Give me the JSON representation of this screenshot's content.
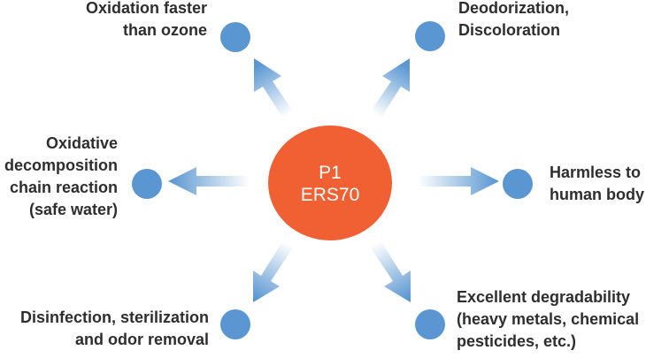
{
  "colors": {
    "center_fill": "#f06033",
    "node_fill": "#5a97d2",
    "arrow_fill": "#5a97d2",
    "text": "#2e2e2e"
  },
  "center": {
    "lines": [
      "P1",
      "ERS70"
    ]
  },
  "nodes": [
    {
      "id": "oxidation-faster",
      "lines": [
        "Oxidation faster",
        "than ozone"
      ]
    },
    {
      "id": "deodorization",
      "lines": [
        "Deodorization,",
        "Discoloration"
      ]
    },
    {
      "id": "oxidative-decomposition",
      "lines": [
        "Oxidative",
        "decomposition",
        "chain reaction",
        "(safe water)"
      ]
    },
    {
      "id": "harmless",
      "lines": [
        "Harmless to",
        "human body"
      ]
    },
    {
      "id": "disinfection",
      "lines": [
        "Disinfection, sterilization",
        "and odor removal"
      ]
    },
    {
      "id": "degradability",
      "lines": [
        "Excellent degradability",
        "(heavy metals, chemical",
        "pesticides, etc.)"
      ]
    }
  ]
}
